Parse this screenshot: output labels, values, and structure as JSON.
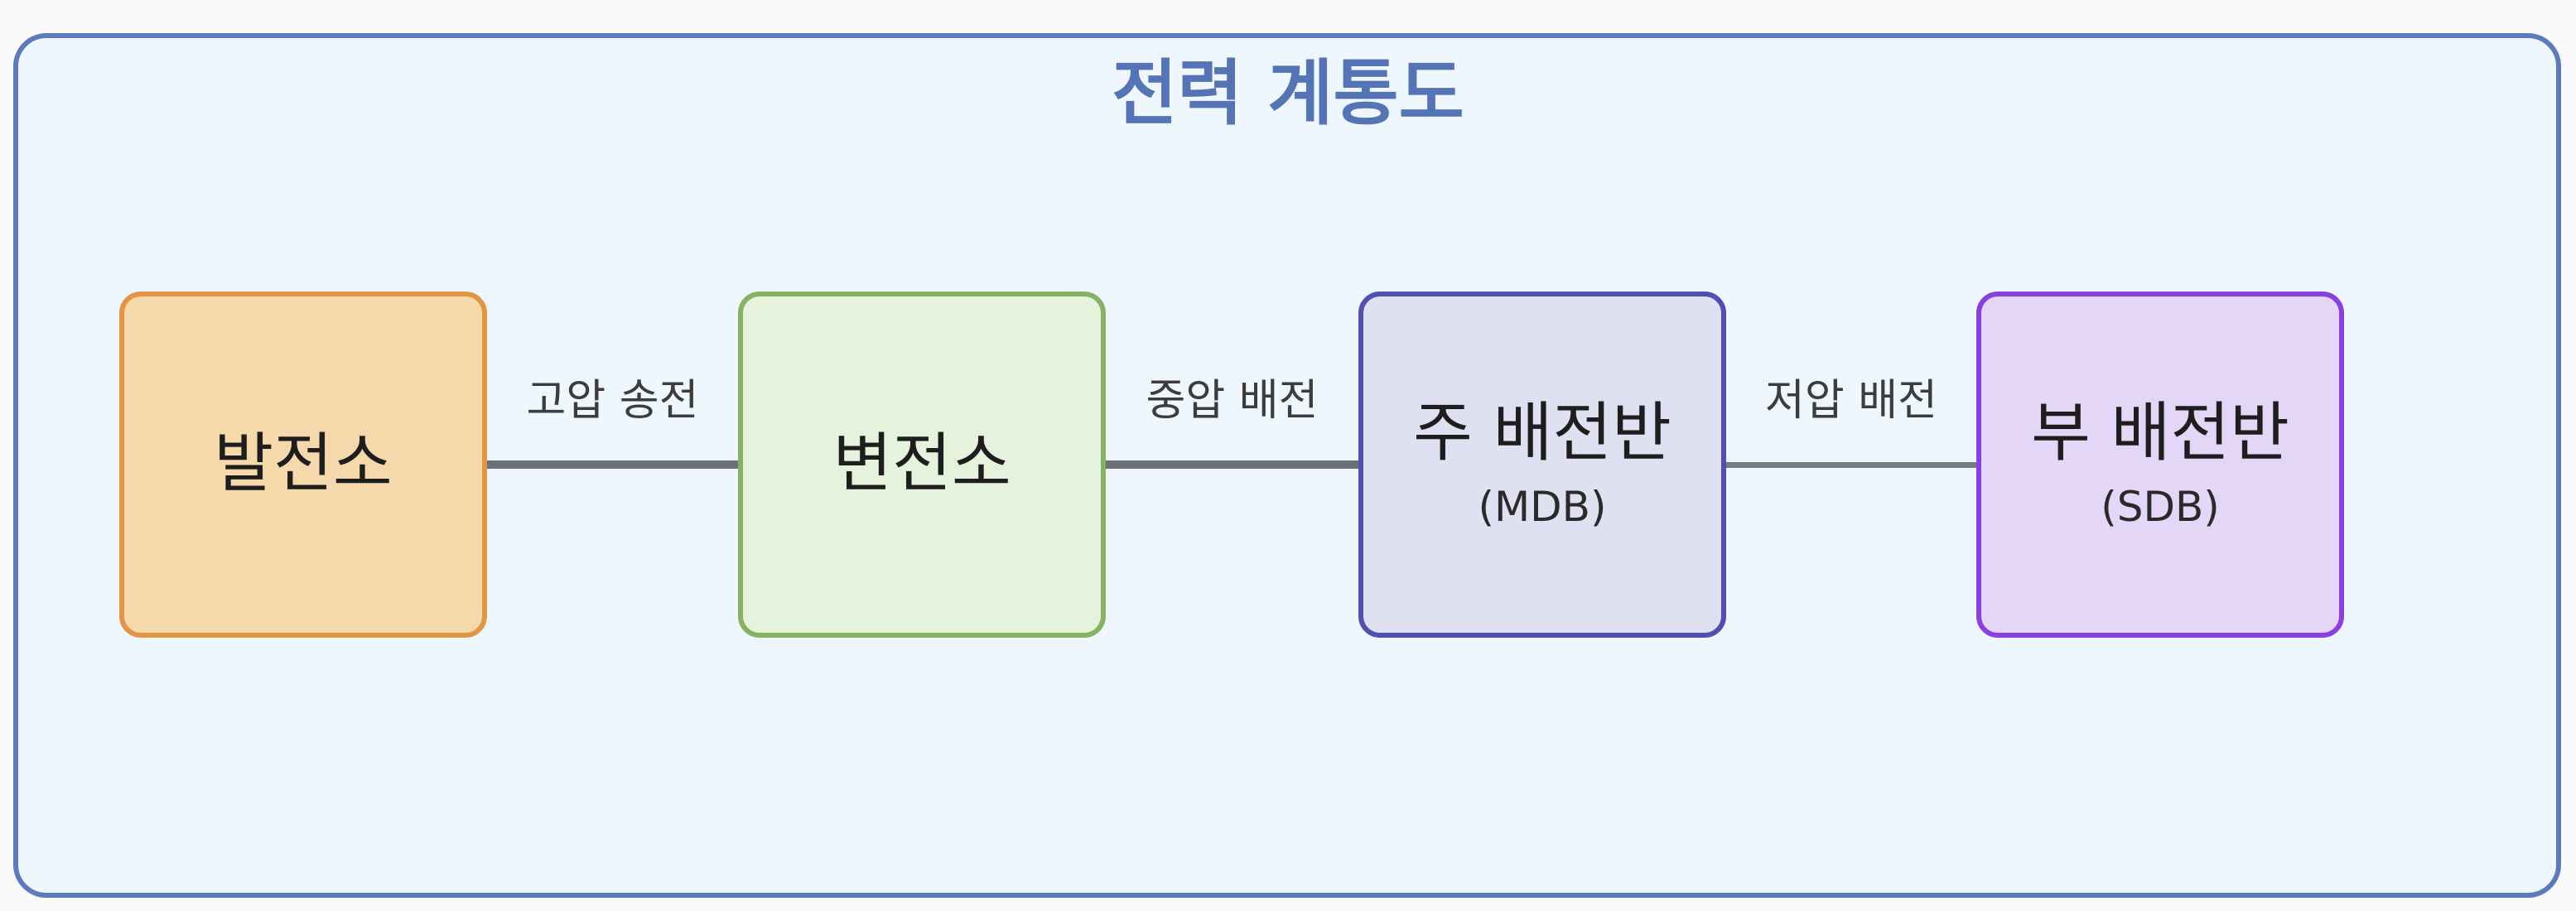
{
  "diagram": {
    "title": "전력 계통도",
    "nodes": [
      {
        "label": "발전소",
        "sub": "",
        "fill": "#f5d9aa",
        "border": "#e39546"
      },
      {
        "label": "변전소",
        "sub": "",
        "fill": "#e5f3dd",
        "border": "#86b264"
      },
      {
        "label": "주 배전반",
        "sub": "(MDB)",
        "fill": "#dfe1f2",
        "border": "#4f50b0"
      },
      {
        "label": "부 배전반",
        "sub": "(SDB)",
        "fill": "#e3d6f6",
        "border": "#8a3fe0"
      }
    ],
    "links": [
      {
        "label": "고압 송전"
      },
      {
        "label": "중압 배전"
      },
      {
        "label": "저압 배전"
      }
    ],
    "colors": {
      "frame_border": "#5b7bbd",
      "frame_fill": "#eef6fe",
      "title": "#5474b6",
      "link": "#6d7078"
    }
  }
}
